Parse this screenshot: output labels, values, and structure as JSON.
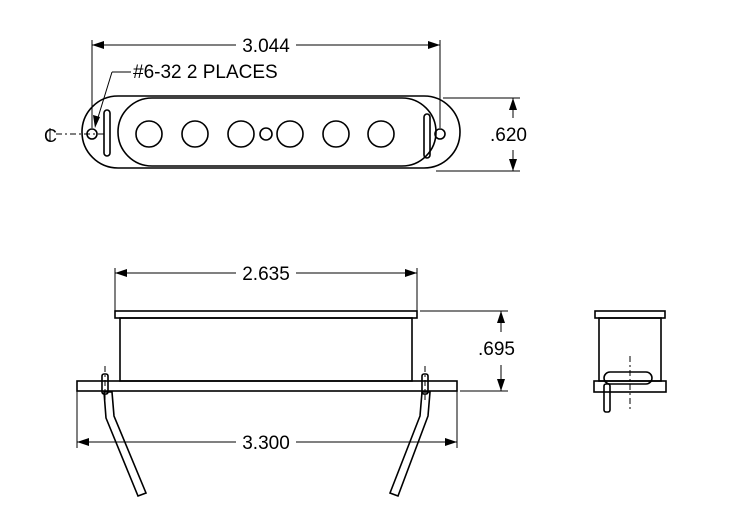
{
  "top_view": {
    "overall_length": "3.044",
    "height": ".620",
    "thread_note": "#6-32  2 PLACES",
    "centerline_symbol": "C"
  },
  "front_view": {
    "cover_length": "2.635",
    "cover_height": ".695",
    "base_length": "3.300"
  }
}
